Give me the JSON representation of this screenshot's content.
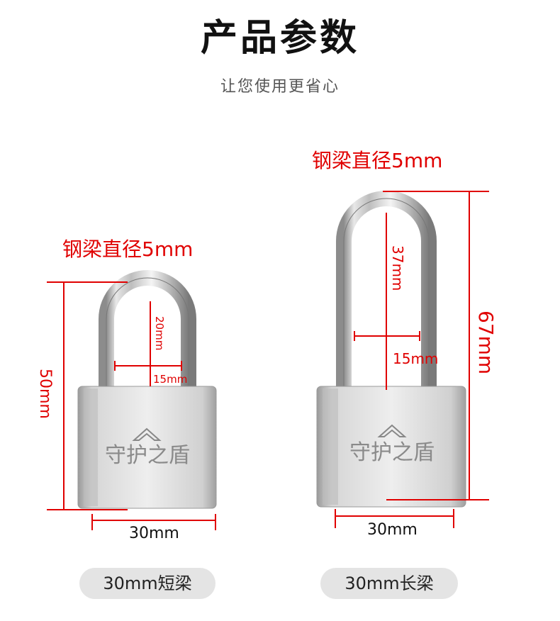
{
  "header": {
    "title": "产品参数",
    "subtitle": "让您使用更省心"
  },
  "left_lock": {
    "shackle_note": "钢梁直径5mm",
    "height": "50mm",
    "inner_height": "20mm",
    "inner_width": "15mm",
    "body_width": "30mm",
    "label": "30mm短梁",
    "engraving": "守护之盾"
  },
  "right_lock": {
    "shackle_note": "钢梁直径5mm",
    "height": "67mm",
    "inner_height": "37mm",
    "inner_width": "15mm",
    "body_width": "30mm",
    "label": "30mm长梁",
    "engraving": "守护之盾"
  },
  "colors": {
    "accent": "#e00000",
    "pill_bg": "#e4e4e4"
  }
}
